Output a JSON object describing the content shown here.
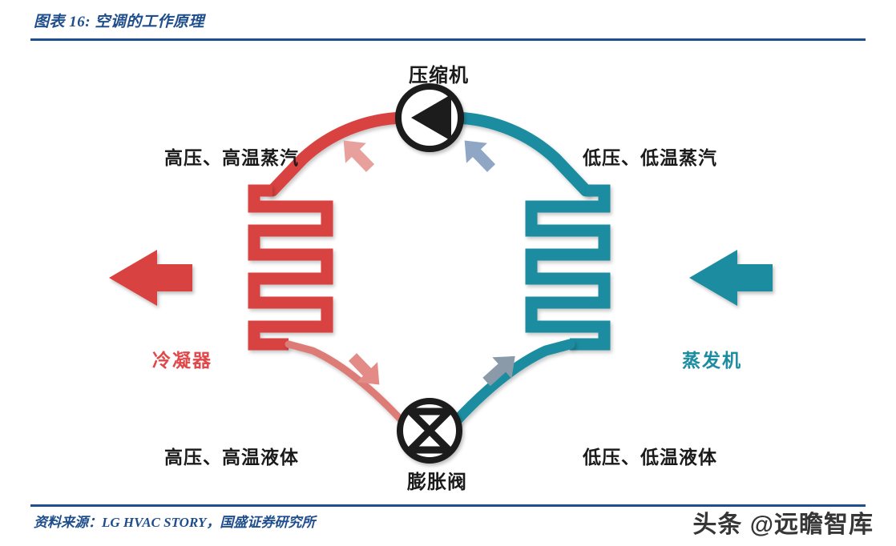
{
  "header": {
    "figure_title": "图表 16: 空调的工作原理"
  },
  "footer": {
    "source": "资料来源：LG HVAC STORY，国盛证券研究所",
    "watermark": "头条 @远瞻智库"
  },
  "diagram": {
    "type": "air-conditioner-refrigeration-cycle",
    "components": {
      "compressor": {
        "label": "压缩机",
        "icon": "triangle-left-in-circle"
      },
      "expansion_valve": {
        "label": "膨胀阀",
        "icon": "x-in-circle"
      },
      "condenser": {
        "label": "冷凝器",
        "arrow": "arrow-left",
        "color": "#e0494b"
      },
      "evaporator": {
        "label": "蒸发机",
        "arrow": "arrow-left",
        "color": "#1c8ca0"
      }
    },
    "state_labels": {
      "high_pressure_vapor": "高压、高温蒸汽",
      "low_pressure_vapor": "低压、低温蒸汽",
      "high_pressure_liquid": "高压、高温液体",
      "low_pressure_liquid": "低压、低温液体"
    },
    "flow_arrows": [
      {
        "name": "top-left-flow",
        "direction": "up-left",
        "color": "#e8a09d"
      },
      {
        "name": "top-right-flow",
        "direction": "up-left",
        "color": "#8fa7c4"
      },
      {
        "name": "bottom-left-flow",
        "direction": "down-right",
        "color": "#e38b86"
      },
      {
        "name": "bottom-right-flow",
        "direction": "up-right",
        "color": "#8b9aa8"
      }
    ],
    "colors": {
      "hot_side": "#d8423f",
      "hot_side_liquid": "#e4928c",
      "cold_side": "#1c8ca0",
      "accent_blue": "#1f4e8c",
      "ink": "#1a1a1a"
    }
  }
}
